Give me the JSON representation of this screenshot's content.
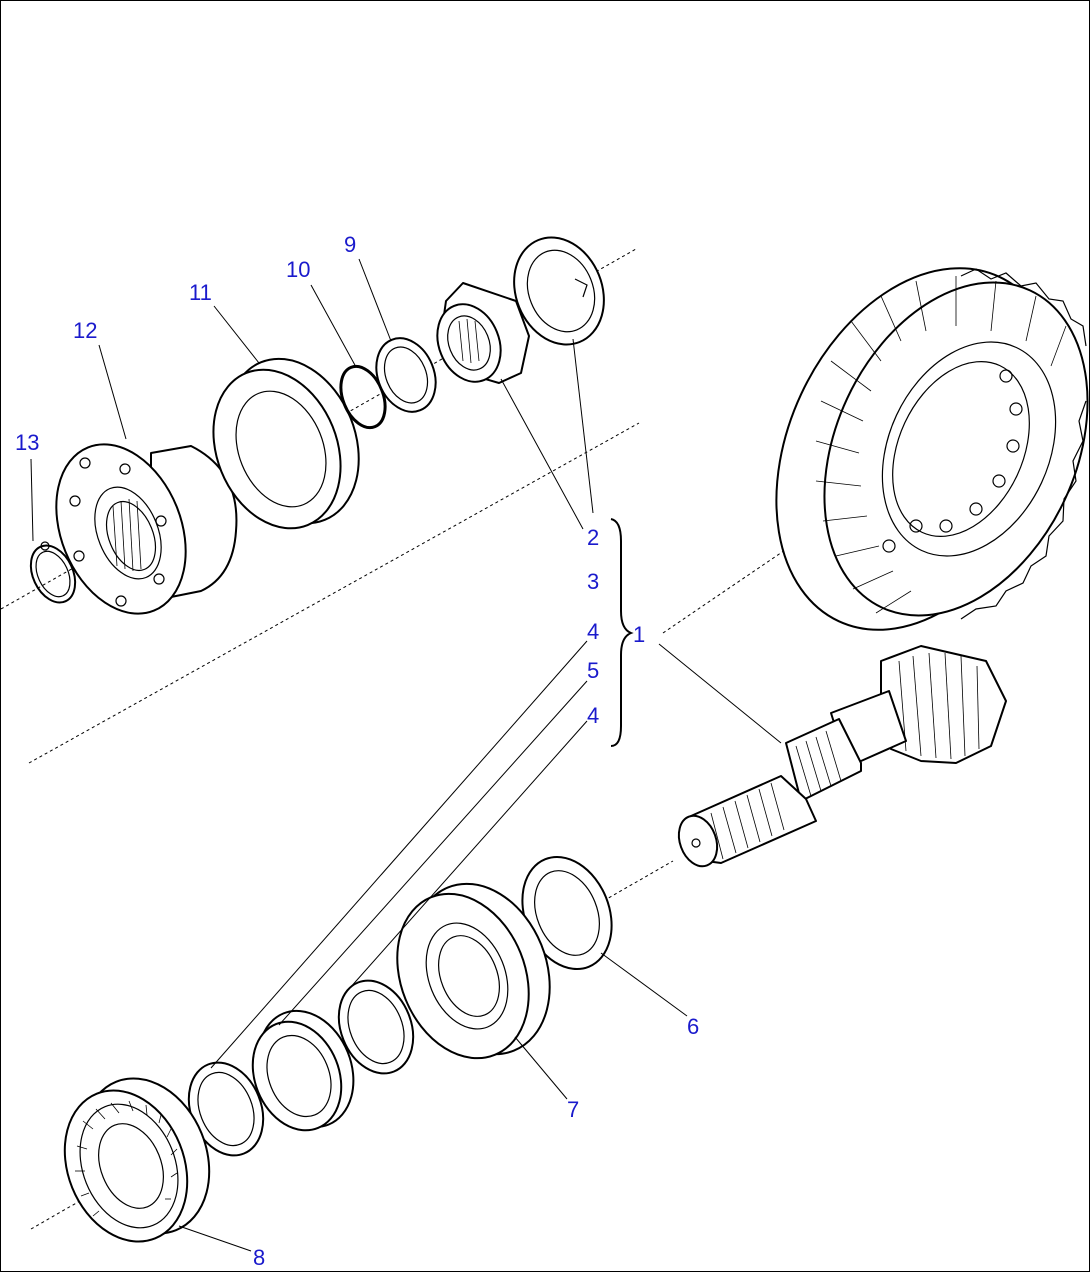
{
  "diagram": {
    "labels": {
      "p1": "1",
      "p2": "2",
      "p3": "3",
      "p4a": "4",
      "p5": "5",
      "p4b": "4",
      "p6": "6",
      "p7": "7",
      "p8": "8",
      "p9": "9",
      "p10": "10",
      "p11": "11",
      "p12": "12",
      "p13": "13"
    },
    "callout_color": "#1a1acc"
  }
}
